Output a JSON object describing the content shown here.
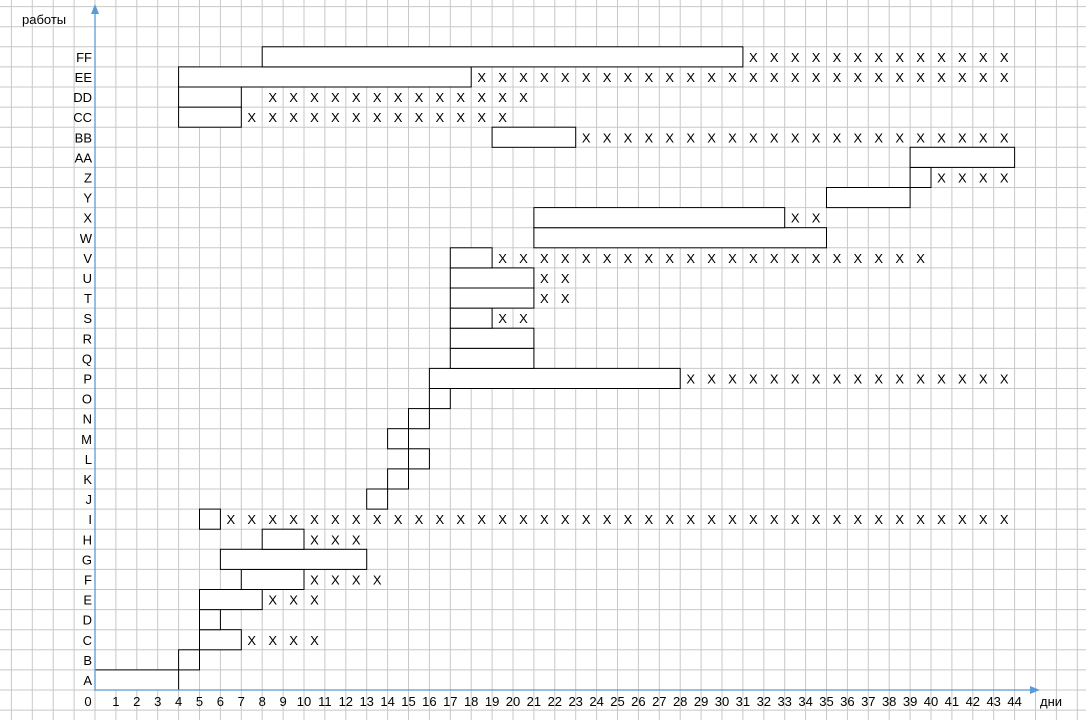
{
  "chart_data": {
    "type": "gantt",
    "x_axis_label": "дни",
    "y_axis_label": "работы",
    "x_ticks": [
      0,
      1,
      2,
      3,
      4,
      5,
      6,
      7,
      8,
      9,
      10,
      11,
      12,
      13,
      14,
      15,
      16,
      17,
      18,
      19,
      20,
      21,
      22,
      23,
      24,
      25,
      26,
      27,
      28,
      29,
      30,
      31,
      32,
      33,
      34,
      35,
      36,
      37,
      38,
      39,
      40,
      41,
      42,
      43,
      44
    ],
    "xlim": [
      0,
      44
    ],
    "slack_marker": "X",
    "tasks": [
      {
        "name": "A",
        "start": 0,
        "end": 4,
        "slack": []
      },
      {
        "name": "B",
        "start": 4,
        "end": 5,
        "slack": []
      },
      {
        "name": "C",
        "start": 5,
        "end": 7,
        "slack": [
          7,
          8,
          9,
          10
        ]
      },
      {
        "name": "D",
        "start": 5,
        "end": 6,
        "slack": []
      },
      {
        "name": "E",
        "start": 5,
        "end": 8,
        "slack": [
          8,
          9,
          10
        ]
      },
      {
        "name": "F",
        "start": 7,
        "end": 10,
        "slack": [
          10,
          11,
          12,
          13
        ]
      },
      {
        "name": "G",
        "start": 6,
        "end": 13,
        "slack": []
      },
      {
        "name": "H",
        "start": 8,
        "end": 10,
        "slack": [
          10,
          11,
          12
        ]
      },
      {
        "name": "I",
        "start": 5,
        "end": 6,
        "slack": [
          6,
          7,
          8,
          9,
          10,
          11,
          12,
          13,
          14,
          15,
          16,
          17,
          18,
          19,
          20,
          21,
          22,
          23,
          24,
          25,
          26,
          27,
          28,
          29,
          30,
          31,
          32,
          33,
          34,
          35,
          36,
          37,
          38,
          39,
          40,
          41,
          42,
          43
        ]
      },
      {
        "name": "J",
        "start": 13,
        "end": 14,
        "slack": []
      },
      {
        "name": "K",
        "start": 14,
        "end": 15,
        "slack": []
      },
      {
        "name": "L",
        "start": 15,
        "end": 16,
        "slack": []
      },
      {
        "name": "M",
        "start": 14,
        "end": 15,
        "slack": []
      },
      {
        "name": "N",
        "start": 15,
        "end": 16,
        "slack": []
      },
      {
        "name": "O",
        "start": 16,
        "end": 17,
        "slack": []
      },
      {
        "name": "P",
        "start": 16,
        "end": 28,
        "slack": [
          28,
          29,
          30,
          31,
          32,
          33,
          34,
          35,
          36,
          37,
          38,
          39,
          40,
          41,
          42,
          43
        ]
      },
      {
        "name": "Q",
        "start": 17,
        "end": 21,
        "slack": []
      },
      {
        "name": "R",
        "start": 17,
        "end": 21,
        "slack": []
      },
      {
        "name": "S",
        "start": 17,
        "end": 19,
        "slack": [
          19,
          20
        ]
      },
      {
        "name": "T",
        "start": 17,
        "end": 21,
        "slack": [
          21,
          22
        ]
      },
      {
        "name": "U",
        "start": 17,
        "end": 21,
        "slack": [
          21,
          22
        ]
      },
      {
        "name": "V",
        "start": 17,
        "end": 19,
        "slack": [
          19,
          20,
          21,
          22,
          23,
          24,
          25,
          26,
          27,
          28,
          29,
          30,
          31,
          32,
          33,
          34,
          35,
          36,
          37,
          38,
          39
        ]
      },
      {
        "name": "W",
        "start": 21,
        "end": 35,
        "slack": []
      },
      {
        "name": "X",
        "start": 21,
        "end": 33,
        "slack": [
          33,
          34
        ]
      },
      {
        "name": "Y",
        "start": 35,
        "end": 39,
        "slack": []
      },
      {
        "name": "Z",
        "start": 39,
        "end": 40,
        "slack": [
          40,
          41,
          42,
          43
        ]
      },
      {
        "name": "AA",
        "start": 39,
        "end": 44,
        "slack": []
      },
      {
        "name": "BB",
        "start": 19,
        "end": 23,
        "slack": [
          23,
          24,
          25,
          26,
          27,
          28,
          29,
          30,
          31,
          32,
          33,
          34,
          35,
          36,
          37,
          38,
          39,
          40,
          41,
          42,
          43
        ]
      },
      {
        "name": "CC",
        "start": 4,
        "end": 7,
        "slack": [
          7,
          8,
          9,
          10,
          11,
          12,
          13,
          14,
          15,
          16,
          17,
          18,
          19
        ]
      },
      {
        "name": "DD",
        "start": 4,
        "end": 7,
        "slack": [
          8,
          9,
          10,
          11,
          12,
          13,
          14,
          15,
          16,
          17,
          18,
          19,
          20
        ]
      },
      {
        "name": "EE",
        "start": 4,
        "end": 18,
        "slack": [
          18,
          19,
          20,
          21,
          22,
          23,
          24,
          25,
          26,
          27,
          28,
          29,
          30,
          31,
          32,
          33,
          34,
          35,
          36,
          37,
          38,
          39,
          40,
          41,
          42,
          43
        ]
      },
      {
        "name": "FF",
        "start": 8,
        "end": 31,
        "slack": [
          31,
          32,
          33,
          34,
          35,
          36,
          37,
          38,
          39,
          40,
          41,
          42,
          43
        ]
      }
    ],
    "grid": true,
    "colors": {
      "grid": "#c8c8c8",
      "axis": "#5b9bd5",
      "bar_fill": "#ffffff",
      "bar_stroke": "#000000"
    }
  }
}
